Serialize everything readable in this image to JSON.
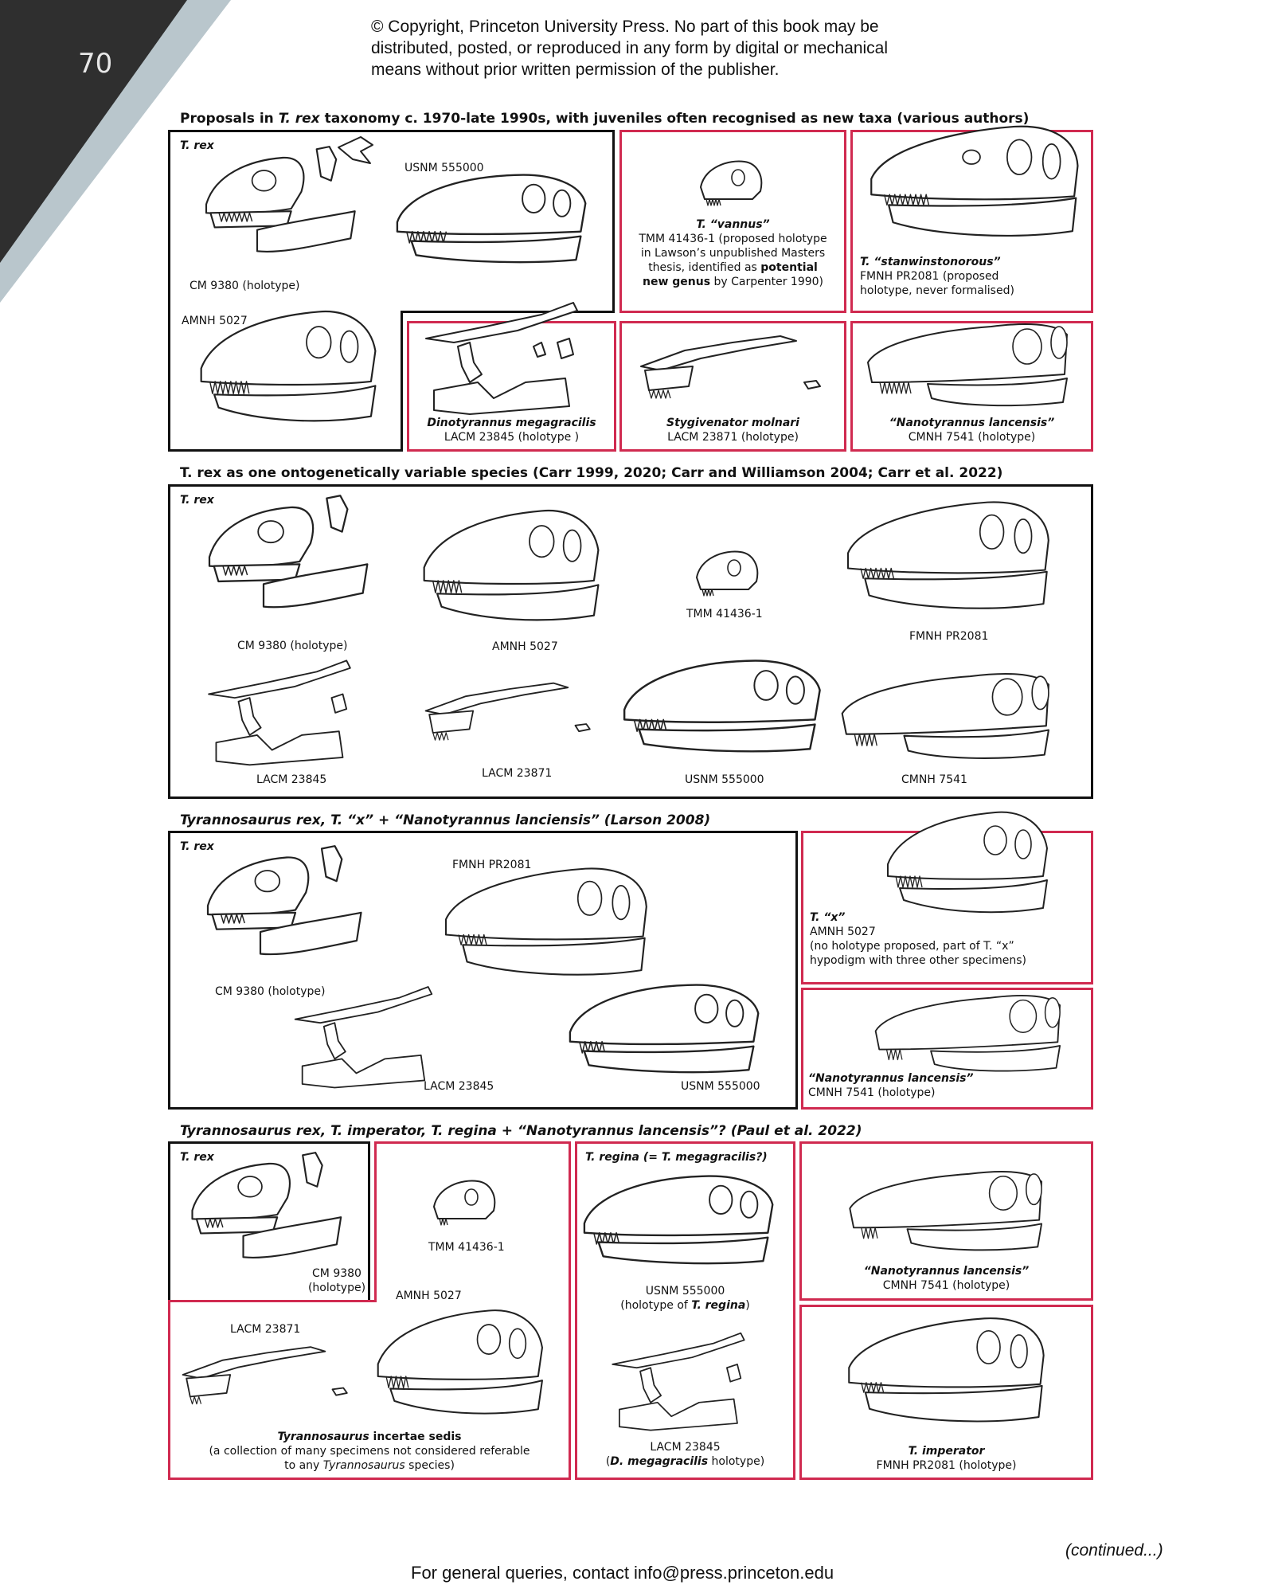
{
  "page": {
    "number": "70",
    "copyright": [
      "© Copyright, Princeton University Press. No part of this book may be",
      "distributed, posted, or reproduced in any form by digital or mechanical",
      "means without prior written permission of the publisher."
    ],
    "continued": "(continued...)",
    "footer": "For general queries, contact info@press.princeton.edu"
  },
  "colors": {
    "frame_black": "#111111",
    "frame_red": "#d02a50",
    "corner_dark": "#2f2f2f",
    "corner_light": "#b9c6cc"
  },
  "s1": {
    "title_a": "Proposals in ",
    "title_i": "T. rex",
    "title_b": " taxonomy c. 1970-late 1990s, with juveniles often recognised as new taxa (various authors)",
    "tag": "T. rex",
    "usnm": "USNM 555000",
    "cm": "CM 9380 (holotype)",
    "amnh": "AMNH 5027",
    "vannus_name": "T. “vannus”",
    "vannus_l1": "TMM 41436-1 (proposed holotype",
    "vannus_l2": "in Lawson’s unpublished Masters",
    "vannus_l3a": "thesis, identified as ",
    "vannus_l3b": "potential",
    "vannus_l4a": "new genus",
    "vannus_l4b": " by Carpenter 1990)",
    "stan_name": "T. “stanwinstonorous”",
    "stan_l1": "FMNH PR2081 (proposed",
    "stan_l2": "holotype, never formalised)",
    "dino_name": "Dinotyrannus megagracilis",
    "dino_id": "LACM 23845 (holotype )",
    "stygi_name": "Stygivenator molnari",
    "stygi_id": "LACM 23871 (holotype)",
    "nano_name": "“Nanotyrannus lancensis”",
    "nano_id": "CMNH 7541 (holotype)"
  },
  "s2": {
    "title": "T. rex as one ontogenetically variable species (Carr 1999, 2020; Carr and Williamson 2004; Carr et al. 2022)",
    "tag": "T. rex",
    "cm": "CM 9380 (holotype)",
    "amnh": "AMNH 5027",
    "tmm": "TMM 41436-1",
    "fmnh": "FMNH PR2081",
    "lacm845": "LACM 23845",
    "lacm871": "LACM 23871",
    "usnm": "USNM 555000",
    "cmnh": "CMNH 7541"
  },
  "s3": {
    "title": "Tyrannosaurus rex, T. “x” + “Nanotyrannus lanciensis” (Larson 2008)",
    "tag": "T. rex",
    "fmnh": "FMNH PR2081",
    "cm": "CM 9380 (holotype)",
    "lacm": "LACM 23845",
    "usnm": "USNM 555000",
    "x_name": "T. “x”",
    "x_id": "AMNH 5027",
    "x_l1": "(no holotype proposed, part of T. “x”",
    "x_l2": "hypodigm with three other specimens)",
    "nano_name": "“Nanotyrannus lancensis”",
    "nano_id": "CMNH 7541 (holotype)"
  },
  "s4": {
    "title": "Tyrannosaurus rex, T. imperator, T. regina + “Nanotyrannus lancensis”? (Paul et al. 2022)",
    "tag": "T. rex",
    "cm1": "CM 9380",
    "cm2": "(holotype)",
    "tmm": "TMM 41436-1",
    "amnh": "AMNH 5027",
    "lacm871": "LACM 23871",
    "incertae_a": "Tyrannosaurus",
    "incertae_b": " incertae sedis",
    "incertae_l1": "(a collection of many specimens not considered referable",
    "incertae_l2a": "to any ",
    "incertae_l2b": "Tyrannosaurus",
    "incertae_l2c": " species)",
    "regina_tag": "T. regina (= T. megagracilis?)",
    "usnm": "USNM 555000",
    "usnm_l2a": "(holotype of ",
    "usnm_l2b": "T. regina",
    "usnm_l2c": ")",
    "lacm845": "LACM 23845",
    "lacm845_l2a": "(",
    "lacm845_l2b": "D. megagracilis",
    "lacm845_l2c": " holotype)",
    "nano_name": "“Nanotyrannus lancensis”",
    "nano_id": "CMNH 7541 (holotype)",
    "imp_name": "T. imperator",
    "imp_id": "FMNH PR2081 (holotype)"
  }
}
